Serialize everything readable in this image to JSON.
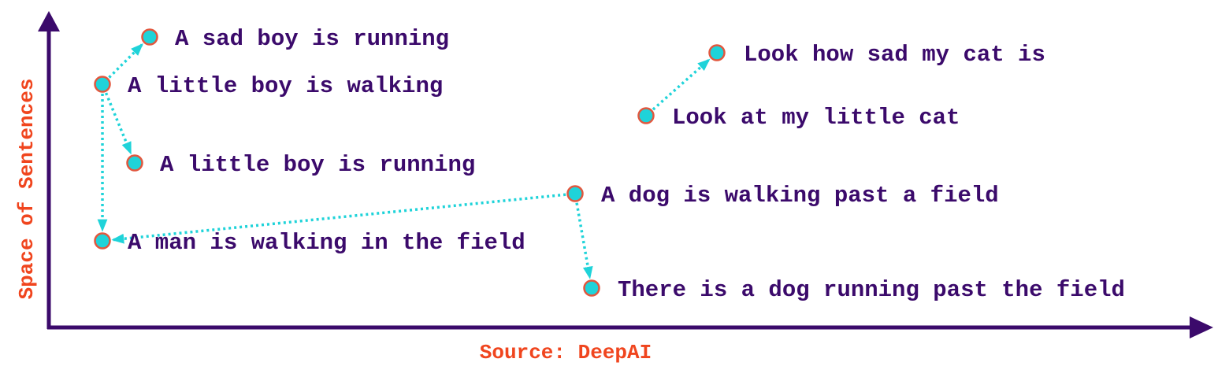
{
  "diagram": {
    "y_axis_label": "Space of Sentences",
    "x_axis_label": "Source: DeepAI",
    "colors": {
      "axis": "#3b0a6b",
      "text": "#3b0a6b",
      "axis_label": "#f0451e",
      "node_fill": "#1fd3d9",
      "node_stroke": "#e2573e",
      "arrow": "#1fd3d9"
    },
    "sentences": [
      {
        "id": "sad-boy-running",
        "text": "A sad boy is running"
      },
      {
        "id": "little-boy-walking",
        "text": "A little boy is walking"
      },
      {
        "id": "little-boy-running",
        "text": "A little boy is running"
      },
      {
        "id": "man-walking-field",
        "text": "A man is walking in the field"
      },
      {
        "id": "look-sad-cat",
        "text": "Look how sad my cat is"
      },
      {
        "id": "look-little-cat",
        "text": "Look at my little cat"
      },
      {
        "id": "dog-walking-field",
        "text": "A dog is walking past a field"
      },
      {
        "id": "dog-running-field",
        "text": "There is a dog running past the field"
      }
    ],
    "relations": [
      {
        "from": "little-boy-walking",
        "to": "sad-boy-running"
      },
      {
        "from": "little-boy-walking",
        "to": "little-boy-running"
      },
      {
        "from": "little-boy-walking",
        "to": "man-walking-field"
      },
      {
        "from": "look-little-cat",
        "to": "look-sad-cat"
      },
      {
        "from": "dog-walking-field",
        "to": "man-walking-field"
      },
      {
        "from": "dog-walking-field",
        "to": "dog-running-field"
      }
    ]
  }
}
